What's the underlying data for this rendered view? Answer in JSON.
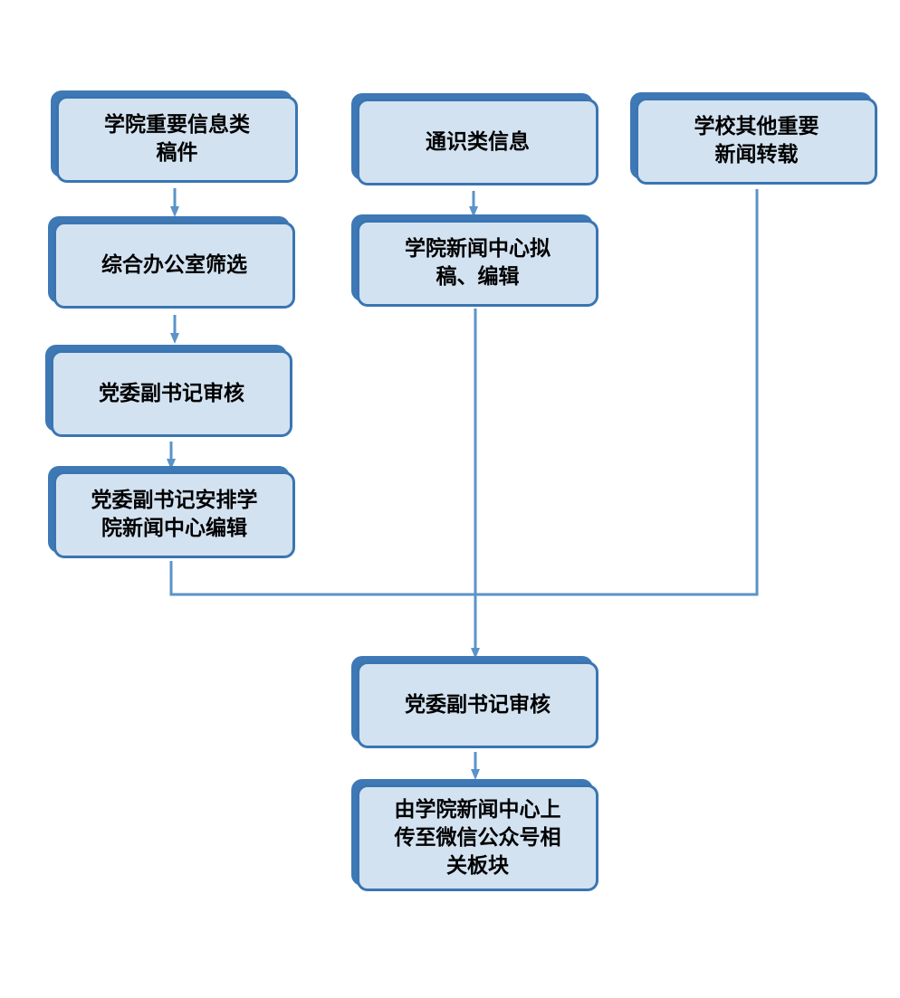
{
  "nodes": {
    "college_info": "学院重要信息类\n稿件",
    "general_info": "通识类信息",
    "school_news": "学校其他重要\n新闻转载",
    "office_screen": "综合办公室筛选",
    "draft_edit": "学院新闻中心拟\n稿、编辑",
    "secretary_review_1": "党委副书记审核",
    "secretary_assign": "党委副书记安排学\n院新闻中心编辑",
    "secretary_review_2": "党委副书记审核",
    "upload": "由学院新闻中心上\n传至微信公众号相\n关板块"
  },
  "colors": {
    "box_fill": "#d3e2f1",
    "box_border": "#3a75b2",
    "box_shadow": "#3e79b6",
    "connector": "#5b93c8"
  }
}
